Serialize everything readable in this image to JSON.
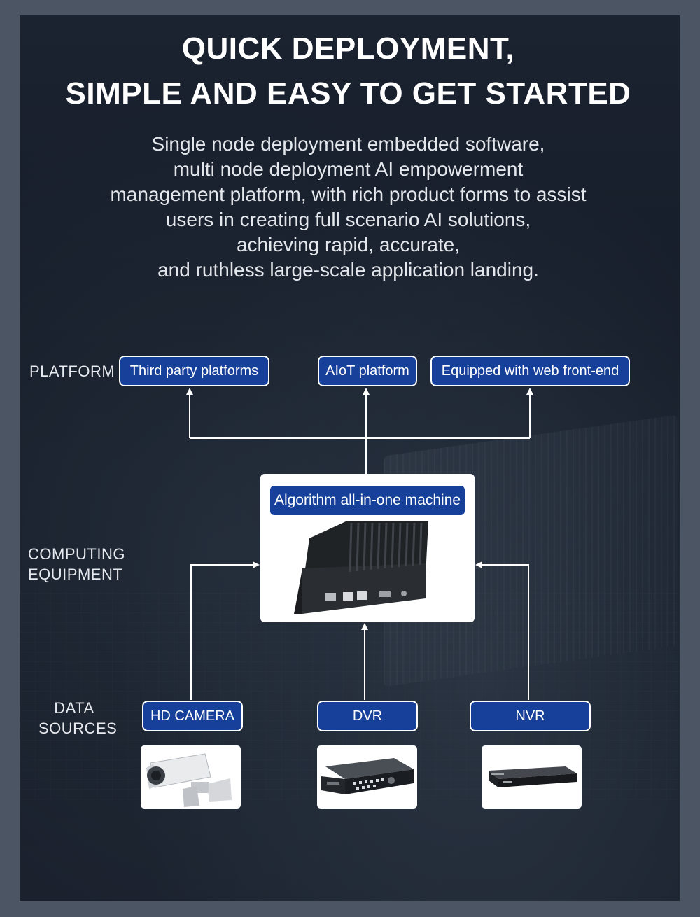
{
  "header": {
    "title_line1": "QUICK DEPLOYMENT,",
    "title_line2": "SIMPLE AND EASY TO GET STARTED",
    "description": [
      "Single node deployment embedded software,",
      "multi node deployment AI empowerment",
      "management platform, with rich product forms to assist",
      "users in creating full scenario AI solutions,",
      "achieving rapid, accurate,",
      "and ruthless large-scale application landing."
    ]
  },
  "diagram": {
    "row_labels": {
      "platform": "PLATFORM",
      "computing_line1": "COMPUTING",
      "computing_line2": "EQUIPMENT",
      "data_line1": "DATA",
      "data_line2": "SOURCES"
    },
    "platforms": [
      "Third party platforms",
      "AIoT platform",
      "Equipped with web front-end"
    ],
    "computing": "Algorithm all-in-one machine",
    "sources": [
      "HD CAMERA",
      "DVR",
      "NVR"
    ]
  },
  "colors": {
    "tag_fill": "#17409a",
    "tag_border": "#ffffff",
    "connector": "#ffffff",
    "background": "#161d29"
  }
}
